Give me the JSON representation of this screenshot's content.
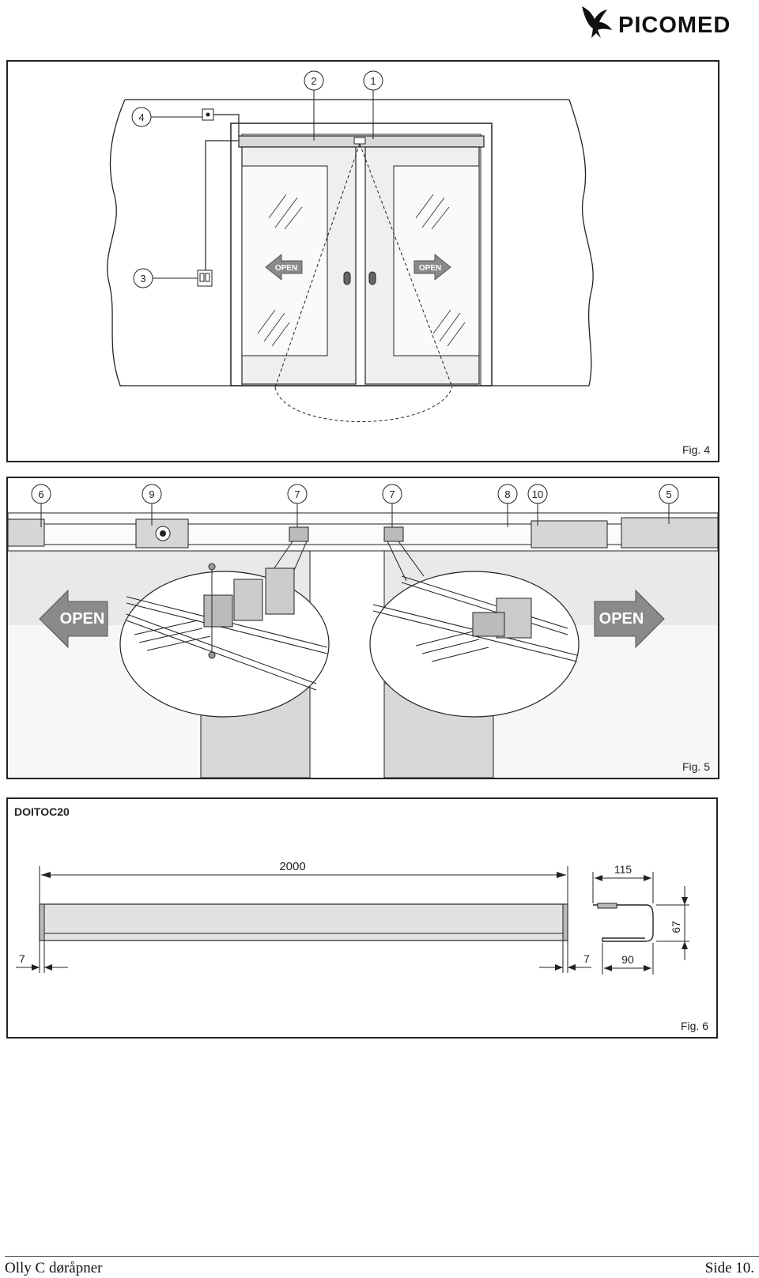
{
  "header": {
    "brand": "PICOMED"
  },
  "fig4": {
    "label": "Fig. 4",
    "callouts": [
      "1",
      "2",
      "3",
      "4"
    ],
    "arrow_left": "OPEN",
    "arrow_right": "OPEN"
  },
  "fig5": {
    "label": "Fig. 5",
    "callouts": [
      "6",
      "9",
      "7",
      "7",
      "8",
      "10",
      "5"
    ],
    "arrow_left": "OPEN",
    "arrow_right": "OPEN"
  },
  "fig6": {
    "label": "Fig. 6",
    "title": "DOITOC20",
    "dims": {
      "length": "2000",
      "left_end": "7",
      "right_end": "7",
      "width": "115",
      "height": "67",
      "inner": "90"
    }
  },
  "footer": {
    "left": "Olly C døråpner",
    "right": "Side 10."
  },
  "colors": {
    "line": "#222222",
    "panel": "#e6e6e6",
    "glass": "#f2f2f2",
    "arrow": "#8a8a8a"
  }
}
